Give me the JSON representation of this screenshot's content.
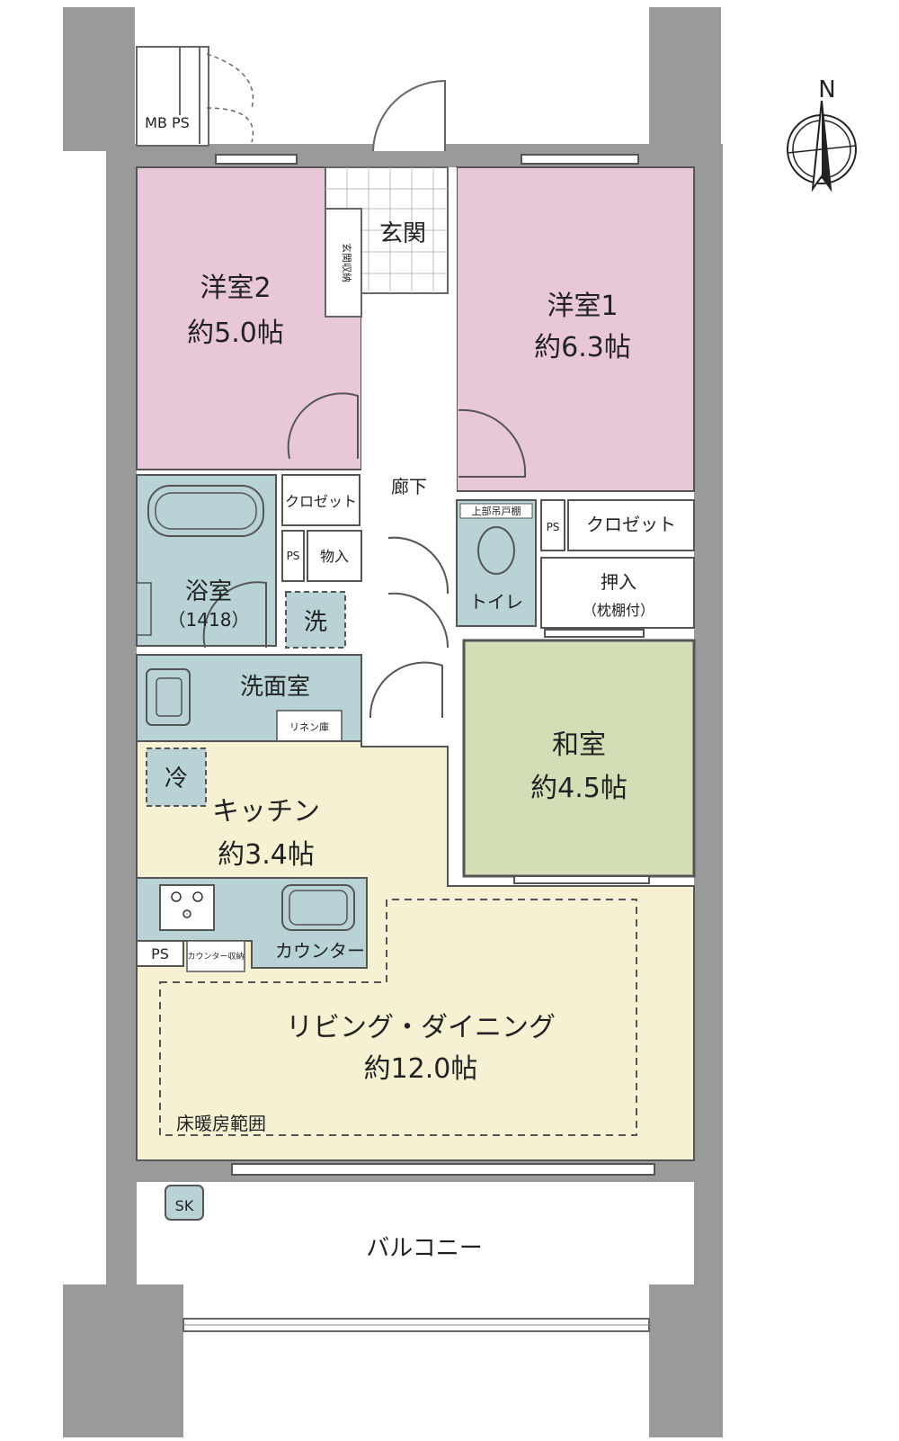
{
  "rooms": {
    "western2": {
      "name": "洋室2",
      "size": "約5.0帖"
    },
    "western1": {
      "name": "洋室1",
      "size": "約6.3帖"
    },
    "japanese": {
      "name": "和室",
      "size": "約4.5帖"
    },
    "kitchen": {
      "name": "キッチン",
      "size": "約3.4帖"
    },
    "living": {
      "name": "リビング・ダイニング",
      "size": "約12.0帖"
    }
  },
  "labels": {
    "entrance": "玄関",
    "entrance_storage": "玄関収納",
    "hallway": "廊下",
    "bath": "浴室",
    "bath_size": "（1418）",
    "washroom": "洗面室",
    "washer": "洗",
    "fridge": "冷",
    "toilet": "トイレ",
    "toilet_storage": "上部吊戸棚",
    "closet_w2": "クロゼット",
    "storage_room": "物入",
    "closet_w1": "クロゼット",
    "oshiire": "押入",
    "oshiire_note": "（枕棚付）",
    "linen": "リネン庫",
    "counter": "カウンター",
    "counter_storage": "カウンター収納",
    "ps": "PS",
    "mb_ps": "MB PS",
    "floor_heating": "床暖房範囲",
    "balcony": "バルコニー",
    "sk": "SK",
    "north": "N"
  },
  "colors": {
    "wall": "#9a9a9a",
    "western": "#e8c8d8",
    "japanese": "#d3deb6",
    "wet": "#b8d2d6",
    "ldk": "#f6f1d2",
    "corridor": "#ffffff",
    "balcony": "#ffffff"
  }
}
